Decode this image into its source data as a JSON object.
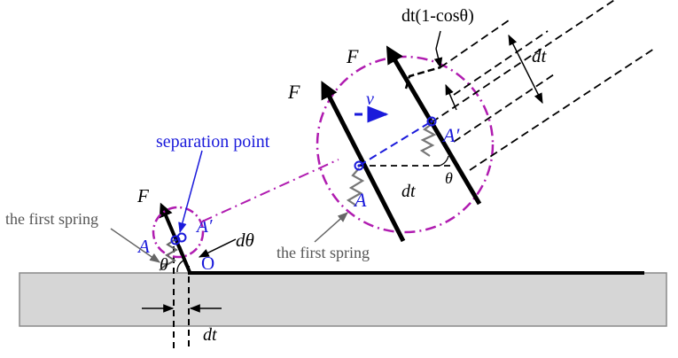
{
  "labels": {
    "dt_top": "dt(1-cosθ)",
    "dt_zoom_right": "dt",
    "dt_zoom_mid": "dt",
    "dt_bottom": "dt",
    "force_big_1": "F",
    "force_big_2": "F",
    "force_small": "F",
    "velocity": "v",
    "A_prime_zoom": "A′",
    "A_zoom": "A",
    "A_prime_small": "A′",
    "A_small": "A",
    "theta_zoom": "θ",
    "theta_small": "θ",
    "dtheta": "dθ",
    "origin": "O",
    "separation_point": "separation point",
    "first_spring_left": "the first spring",
    "first_spring_zoom": "the first spring"
  },
  "colors": {
    "ink": "#000000",
    "blue": "#1a1adb",
    "magenta": "#b01cb0",
    "spring_gray": "#666666",
    "label_gray": "#555555",
    "ground_fill": "#d6d6d6",
    "ground_stroke": "#8a8a8a"
  }
}
